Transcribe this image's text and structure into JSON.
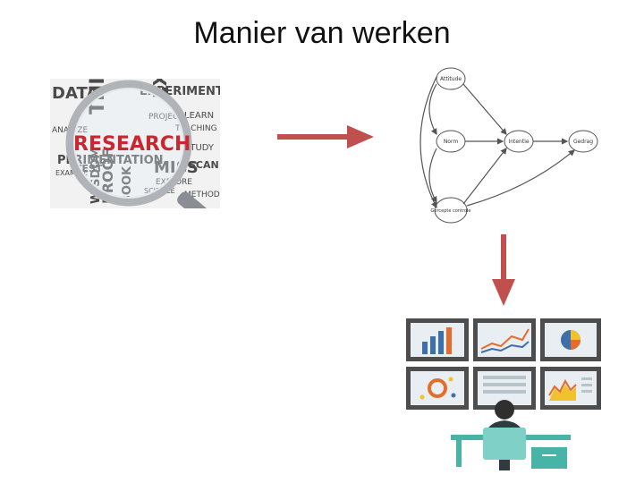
{
  "slide": {
    "title": "Manier van werken"
  },
  "research_image": {
    "main_word": "RESEARCH",
    "words": [
      "EXP",
      "THINK",
      "PROJECT",
      "PERIMENTATION",
      "EXAMINE",
      "ANALYZE",
      "SCIENCE",
      "METHOD",
      "LEARN",
      "STUDY",
      "DATA",
      "BOOK",
      "WISDOM",
      "PROOF",
      "MISS",
      "EXPLORE",
      "TEST",
      "SCAN",
      "TEACHING",
      "EXPERIMENT"
    ]
  },
  "diagram": {
    "nodes": {
      "attitude": "Attitude",
      "norm": "Norm",
      "intentie": "Intentie",
      "gedrag": "Gedrag",
      "controle": "Gercepte controle"
    }
  },
  "colors": {
    "arrow": "#c0504d",
    "monitor_frame": "#4d4d4d",
    "desk": "#48b4a8",
    "person_shirt": "#2f3b3f",
    "chart_blue": "#3f6fa8",
    "chart_orange": "#e46c2c",
    "chart_yellow": "#f2c12e"
  }
}
